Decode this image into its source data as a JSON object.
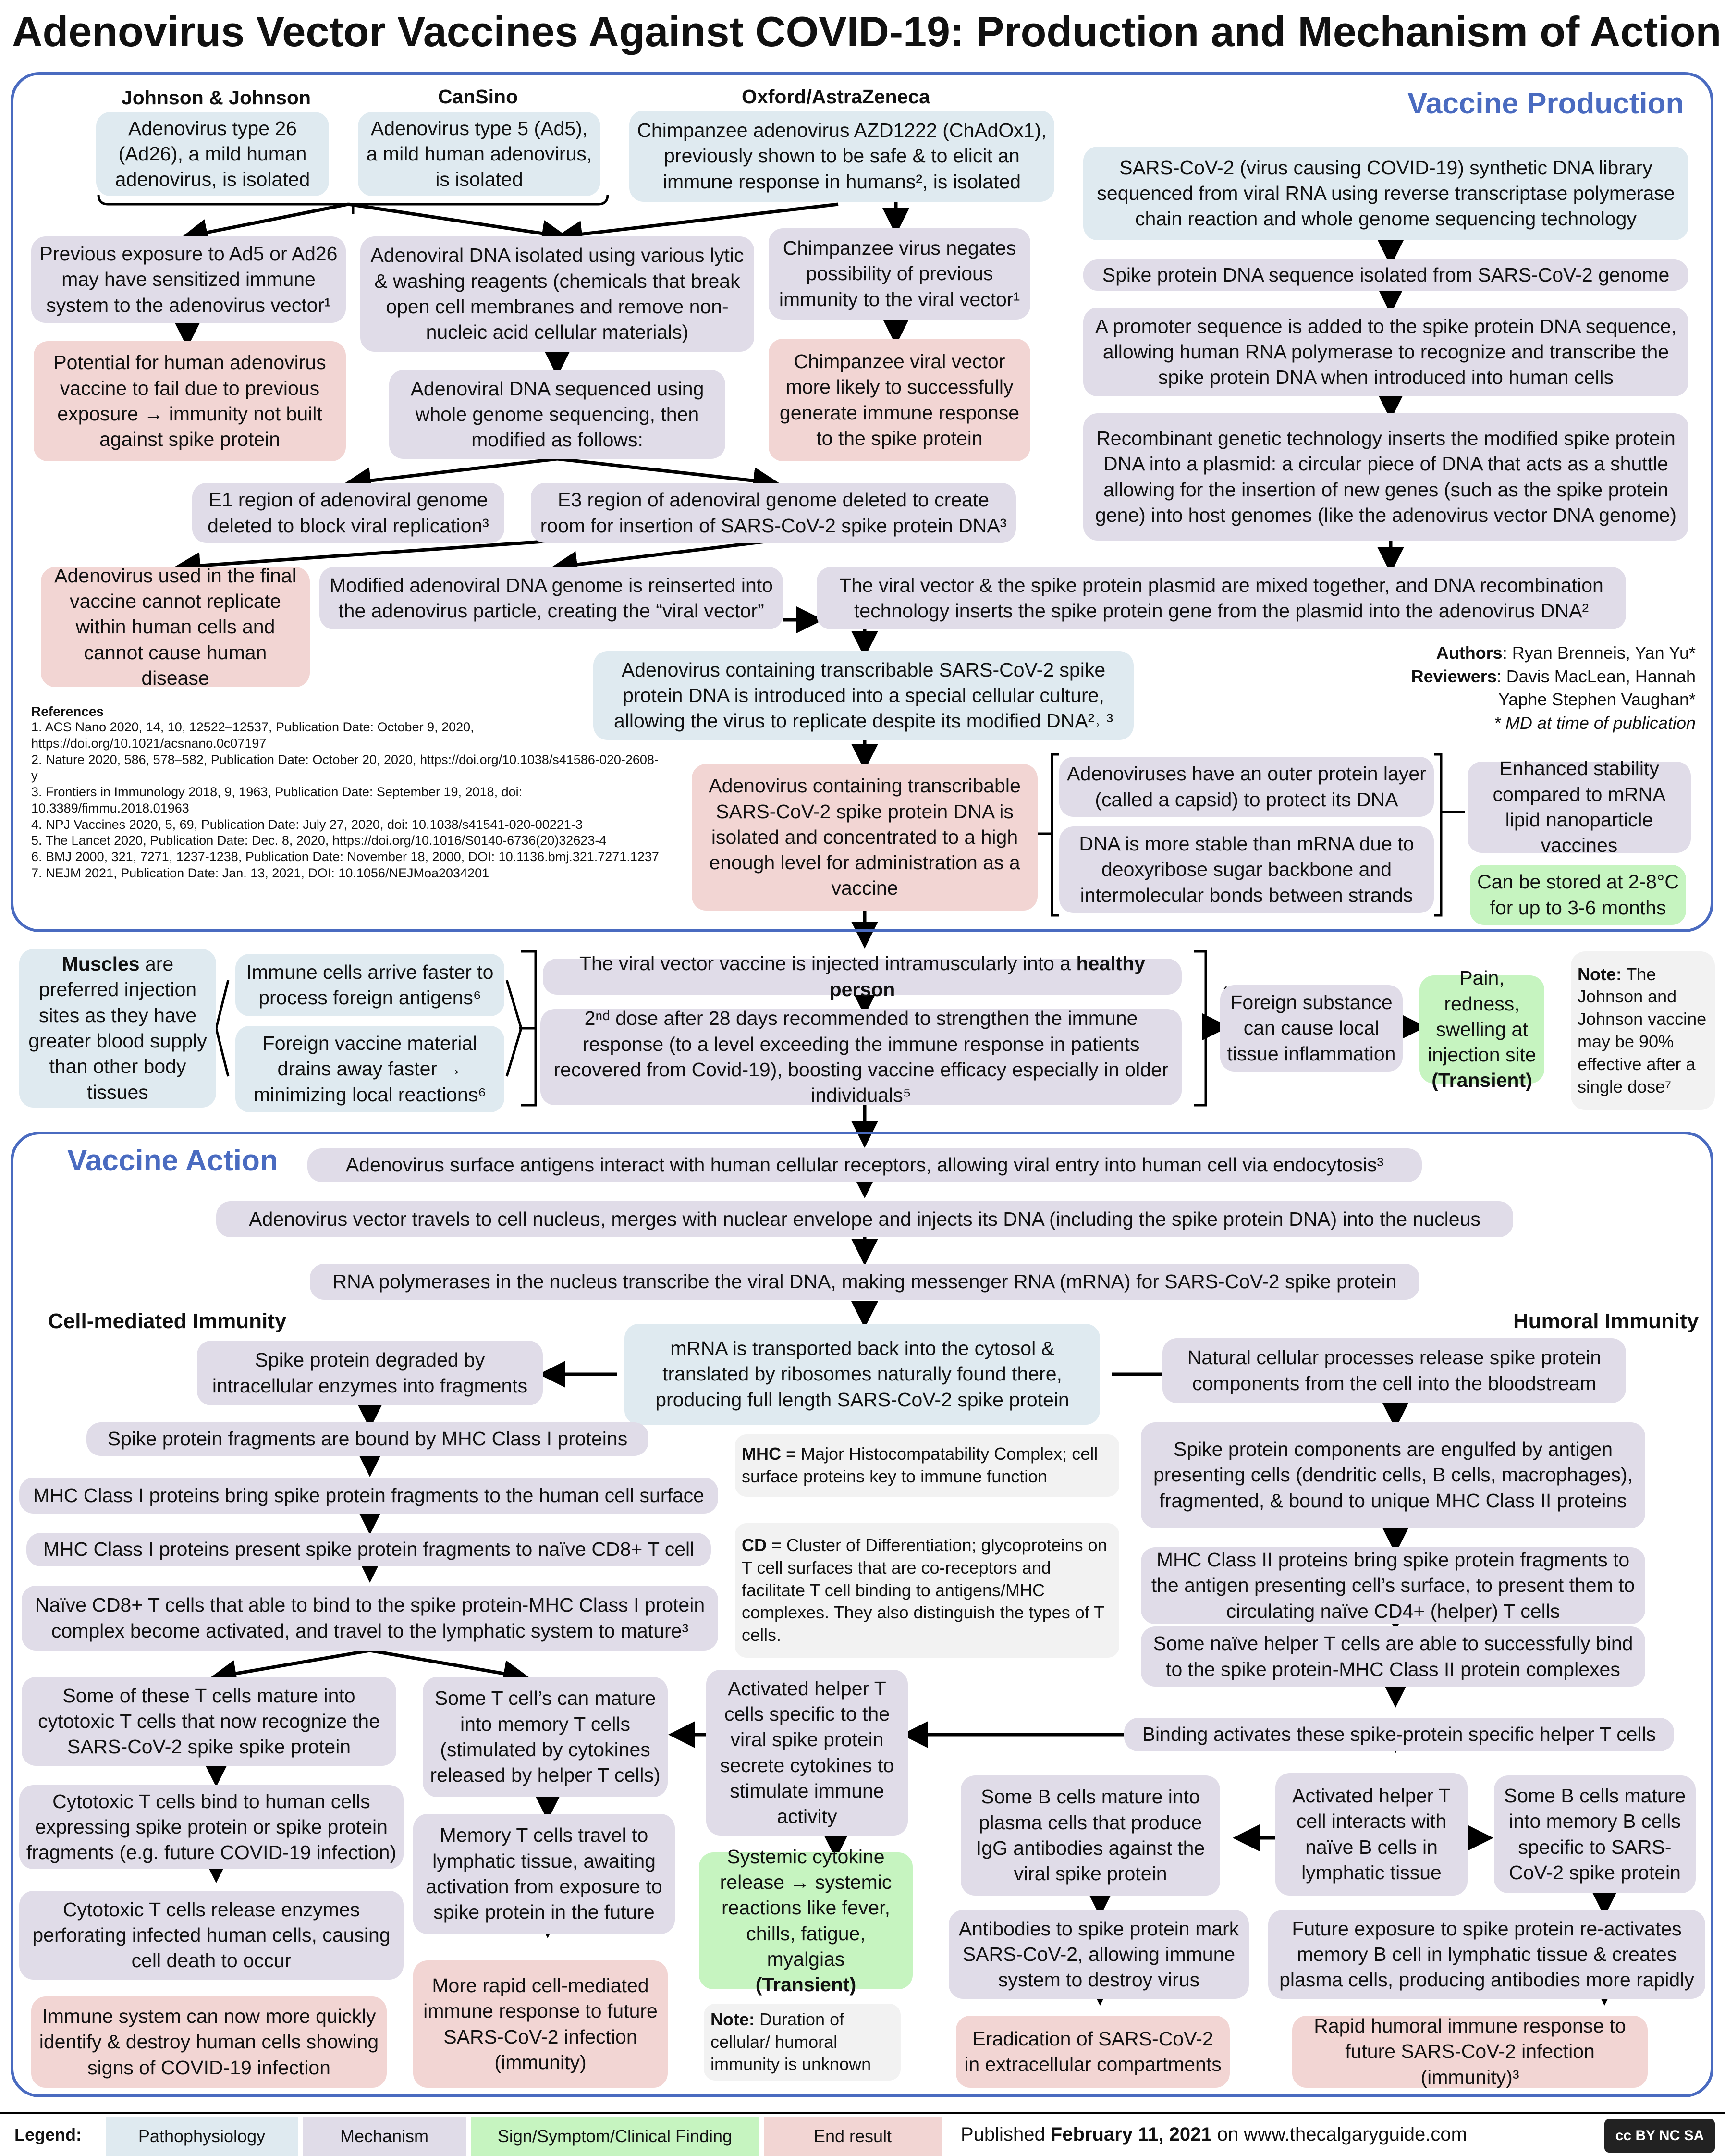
{
  "title": "Adenovirus Vector Vaccines Against COVID-19: Production and Mechanism of Action",
  "sections": {
    "production": "Vaccine Production",
    "action": "Vaccine Action"
  },
  "vaccines": {
    "jj": {
      "name": "Johnson & Johnson",
      "desc": "Adenovirus type 26 (Ad26), a mild human adenovirus, is isolated"
    },
    "cansino": {
      "name": "CanSino",
      "desc": "Adenovirus type 5 (Ad5), a mild human adenovirus, is isolated"
    },
    "oxford": {
      "name": "Oxford/AstraZeneca",
      "desc": "Chimpanzee adenovirus AZD1222 (ChAdOx1), previously shown to be safe & to elicit an immune response in humans², is isolated"
    }
  },
  "left": {
    "prev_exposure": "Previous exposure to Ad5 or Ad26 may have sensitized immune system to the adenovirus vector¹",
    "potential_fail": "Potential for human adenovirus vaccine to fail due to previous exposure → immunity not built against spike protein",
    "isolated_dna": "Adenoviral DNA isolated using various lytic & washing reagents (chemicals that break open cell membranes and remove non-nucleic acid cellular materials)",
    "sequenced": "Adenoviral DNA sequenced using whole genome sequencing, then modified as follows:",
    "chimp_negates": "Chimpanzee virus negates possibility of previous immunity to the viral vector¹",
    "chimp_likely": "Chimpanzee viral vector more likely to successfully generate immune response to the spike protein",
    "e1": "E1 region of adenoviral genome deleted to block viral replication³",
    "e3": "E3 region of adenoviral genome deleted to create room for insertion of SARS-CoV-2 spike protein DNA³",
    "cannot_replicate": "Adenovirus used in the final vaccine cannot replicate within human cells and cannot cause human disease",
    "reinserted": "Modified adenoviral DNA genome is reinserted into the adenovirus particle, creating the “viral vector”"
  },
  "production": {
    "library": "SARS-CoV-2 (virus causing COVID-19) synthetic DNA library sequenced from viral RNA using reverse transcriptase polymerase chain reaction and whole genome sequencing technology",
    "spike_isolated": "Spike protein DNA sequence isolated from SARS-CoV-2 genome",
    "promoter": "A promoter sequence is added to the spike protein DNA sequence, allowing human RNA polymerase to recognize and transcribe the spike protein DNA when introduced into human cells",
    "plasmid": "Recombinant genetic technology inserts the modified spike protein DNA into a plasmid: a circular piece of DNA that acts as a shuttle allowing for the insertion of new genes (such as the spike protein gene) into host genomes (like the adenovirus vector DNA genome)",
    "mixed": "The viral vector & the spike protein plasmid are mixed together, and DNA recombination technology inserts the spike protein gene from the plasmid into the adenovirus DNA²",
    "culture": "Adenovirus containing transcribable SARS-CoV-2 spike protein DNA is introduced into a special cellular culture, allowing the virus to replicate despite its modified DNA²˒ ³",
    "concentrated": "Adenovirus containing transcribable SARS-CoV-2 spike protein DNA is isolated and concentrated to a high enough level for administration as a vaccine",
    "capsid": "Adenoviruses have an outer protein layer (called a capsid) to protect its DNA",
    "stable": "DNA is more stable than mRNA due to deoxyribose sugar backbone and intermolecular bonds between strands",
    "enhanced": "Enhanced stability compared to mRNA lipid nanoparticle vaccines",
    "stored": "Can be stored at 2-8°C for up to 3-6 months"
  },
  "authors": {
    "a_label": "Authors",
    "a": ": Ryan Brenneis, Yan Yu*",
    "r_label": "Reviewers",
    "r": ": Davis MacLean, Hannah Yaphe Stephen Vaughan*",
    "md": "* MD at time of publication"
  },
  "references": {
    "title": "References",
    "items": [
      "1. ACS Nano 2020, 14, 10, 12522–12537, Publication Date: October 9, 2020, https://doi.org/10.1021/acsnano.0c07197",
      "2. Nature 2020, 586, 578–582, Publication Date: October 20, 2020, https://doi.org/10.1038/s41586-020-2608-y",
      "3. Frontiers in Immunology 2018, 9, 1963, Publication Date: September 19, 2018, doi: 10.3389/fimmu.2018.01963",
      "4. NPJ Vaccines 2020, 5, 69, Publication Date: July 27, 2020, doi: 10.1038/s41541-020-00221-3",
      "5. The Lancet 2020, Publication Date: Dec. 8, 2020, https://doi.org/10.1016/S0140-6736(20)32623-4",
      "6. BMJ 2000, 321, 7271, 1237-1238, Publication Date: November 18, 2000, DOI: 10.1136.bmj.321.7271.1237",
      "7. NEJM 2021, Publication Date: Jan. 13, 2021, DOI: 10.1056/NEJMoa2034201"
    ]
  },
  "injection": {
    "muscles_b": "Muscles",
    "muscles": " are preferred injection sites as they have greater blood supply than other body tissues",
    "immune_faster": "Immune cells arrive faster to process foreign antigens⁶",
    "drains": "Foreign vaccine material drains away faster → minimizing local reactions⁶",
    "injected_pre": "The viral vector vaccine is injected intramuscularly into a ",
    "injected_b": "healthy person",
    "second_dose": "2ⁿᵈ dose after 28 days recommended to strengthen the immune response (to a level exceeding the immune response in patients recovered from Covid-19), boosting vaccine efficacy especially in older individuals⁵",
    "foreign": "Foreign substance can cause local tissue inflammation",
    "pain": "Pain, redness, swelling at injection site",
    "pain_b": "(Transient)",
    "note_b": "Note:",
    "note": " The Johnson and Johnson vaccine may be 90% effective after a single dose⁷"
  },
  "action": {
    "surface": "Adenovirus surface antigens interact with human cellular receptors, allowing viral entry into human cell via endocytosis³",
    "nucleus": "Adenovirus vector travels to cell nucleus, merges with nuclear envelope and injects its DNA (including the spike protein DNA) into the nucleus",
    "rna": "RNA polymerases in the nucleus transcribe the viral DNA, making messenger RNA (mRNA) for SARS-CoV-2 spike protein",
    "cell_mediated": "Cell-mediated Immunity",
    "humoral": "Humoral Immunity",
    "mrna": "mRNA is transported back into the cytosol & translated by ribosomes naturally found there, producing full length SARS-CoV-2 spike protein",
    "degraded": "Spike protein degraded by intracellular enzymes into fragments",
    "mhc1_bound": "Spike protein fragments are bound by MHC Class I proteins",
    "mhc1_surface": "MHC Class I proteins bring spike protein fragments to the human cell surface",
    "mhc1_present": "MHC Class I proteins present spike protein fragments to naïve CD8+ T cell",
    "naive_cd8": "Naïve CD8+ T cells that able to bind to the spike protein-MHC Class I protein complex become activated, and travel to the lymphatic system to mature³",
    "cytotoxic_mature": "Some of these T cells mature into cytotoxic T cells that now recognize the SARS-CoV-2 spike spike protein",
    "cytotoxic_bind": "Cytotoxic T cells bind to human cells expressing spike protein or spike protein fragments (e.g. future COVID-19 infection)",
    "cytotoxic_release": "Cytotoxic T cells release enzymes perforating infected human cells, causing cell death to occur",
    "immune_quick": "Immune system can now more quickly identify & destroy human cells showing signs of COVID-19 infection",
    "memory_t": "Some T cell’s can mature into memory T cells (stimulated by cytokines released by helper T cells)",
    "memory_travel": "Memory T cells travel to lymphatic tissue, awaiting activation from exposure to spike protein in the future",
    "rapid_cell": "More rapid cell-mediated immune response to future SARS-CoV-2 infection (immunity)",
    "mhc_def_b": "MHC",
    "mhc_def": " = Major Histocompatability Complex; cell surface proteins key to immune function",
    "cd_def_b": "CD",
    "cd_def": " = Cluster of Differentiation; glycoproteins on T cell surfaces that are co-receptors and facilitate T cell binding to antigens/MHC complexes. They also distinguish the types of T cells.",
    "helper_secrete": "Activated helper T cells specific to the viral spike protein secrete cytokines to stimulate immune activity",
    "systemic": "Systemic cytokine release → systemic reactions like fever, chills, fatigue, myalgias",
    "systemic_b": "(Transient)",
    "duration_b": "Note:",
    "duration": " Duration of cellular/ humoral immunity is unknown",
    "natural": "Natural cellular processes release spike protein components from the cell into the bloodstream",
    "engulfed": "Spike protein components are engulfed by antigen presenting cells (dendritic cells, B cells, macrophages), fragmented, & bound to unique MHC Class II proteins",
    "mhc2": "MHC Class II proteins bring spike protein fragments to the antigen presenting cell’s surface, to present them to circulating naïve CD4+ (helper) T cells",
    "naive_helper": "Some naïve helper T cells are able to successfully bind to the spike protein-MHC Class II protein complexes",
    "binding": "Binding activates these spike-protein specific helper T cells",
    "plasma": "Some B cells mature into plasma cells that produce IgG antibodies against the viral spike protein",
    "helper_b": "Activated helper T cell interacts with naïve B cells in lymphatic tissue",
    "memory_b": "Some B cells mature into memory B cells specific to SARS-CoV-2 spike protein",
    "antibodies": "Antibodies to spike protein mark SARS-CoV-2, allowing immune system to destroy virus",
    "future": "Future exposure to spike protein re-activates memory B cell in lymphatic tissue & creates plasma cells, producing antibodies more rapidly",
    "eradication": "Eradication of SARS-CoV-2 in extracellular compartments",
    "rapid_humoral": "Rapid humoral immune response to future SARS-CoV-2 infection (immunity)³"
  },
  "legend": {
    "label": "Legend:",
    "path": "Pathophysiology",
    "mech": "Mechanism",
    "sign": "Sign/Symptom/Clinical Finding",
    "end": "End result",
    "pub_pre": "Published ",
    "pub_b": "February 11, 2021",
    "pub_post": " on www.thecalgaryguide.com",
    "cc": "cc BY NC SA"
  },
  "colors": {
    "pathophysiology": "#dfeaf0",
    "mechanism": "#e0dce8",
    "sign": "#c6f4c0",
    "end_result": "#f2d5d3",
    "section_border": "#4a6bc0",
    "arrow": "#000000"
  }
}
